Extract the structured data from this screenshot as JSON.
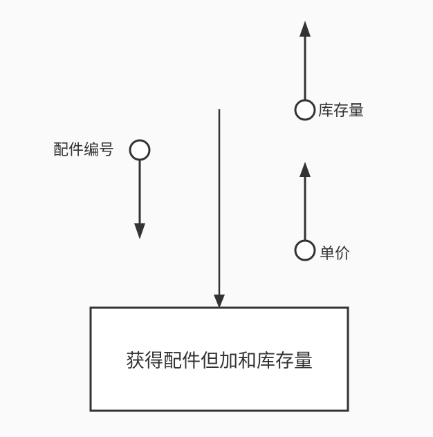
{
  "nodes": {
    "process_box": {
      "label": "获得配件但加和库存量"
    },
    "input_part_number": {
      "label": "配件编号"
    },
    "output_stock": {
      "label": "库存量"
    },
    "output_unit_price": {
      "label": "单价"
    }
  },
  "colors": {
    "stroke": "#333333",
    "background": "#fafafa",
    "box_fill": "#ffffff"
  }
}
